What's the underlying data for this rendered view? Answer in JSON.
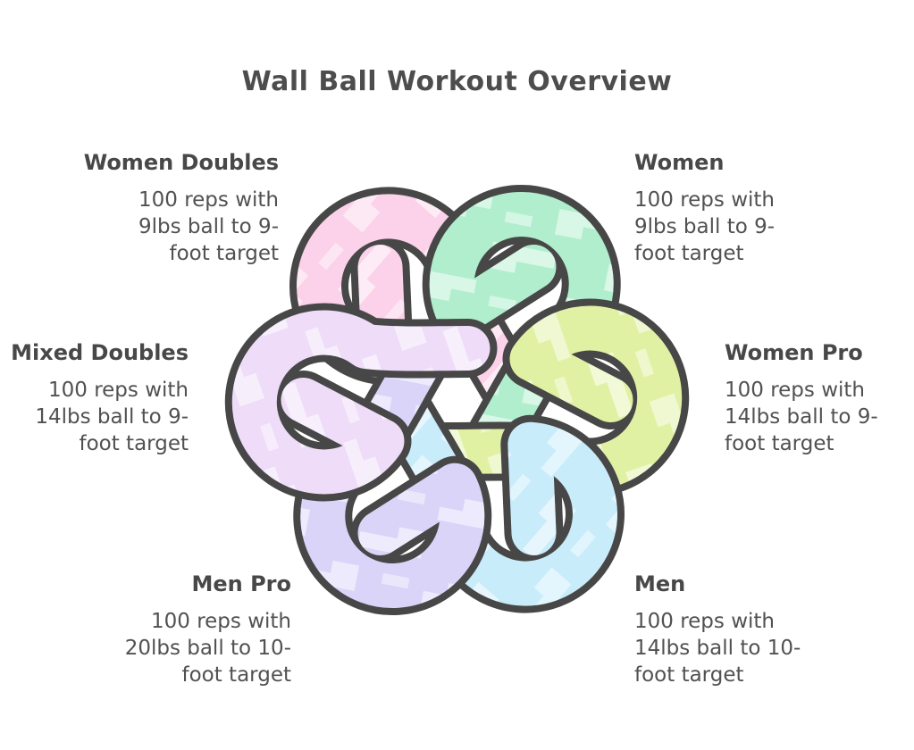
{
  "title": "Wall Ball Workout Overview",
  "background_color": "#ffffff",
  "text_color": "#4b4b4b",
  "knot": {
    "outline_color": "#474747",
    "hatch_color": "#ffffff",
    "ribbons": [
      {
        "segment": "women-doubles",
        "position": "top-left",
        "color": "#fbd2e9"
      },
      {
        "segment": "women",
        "position": "top-right",
        "color": "#b0eecd"
      },
      {
        "segment": "women-pro",
        "position": "right",
        "color": "#e1f1a4"
      },
      {
        "segment": "men",
        "position": "bottom-right",
        "color": "#c9ecfb"
      },
      {
        "segment": "men-pro",
        "position": "bottom-left",
        "color": "#d9d4f8"
      },
      {
        "segment": "mixed-doubles",
        "position": "left",
        "color": "#eedcf8"
      }
    ]
  },
  "groups": [
    {
      "name": "Women Doubles",
      "lines": [
        "100 reps with",
        "9lbs ball to 9-",
        "foot target"
      ]
    },
    {
      "name": "Women",
      "lines": [
        "100 reps with",
        "9lbs ball to 9-",
        "foot target"
      ]
    },
    {
      "name": "Mixed Doubles",
      "lines": [
        "100 reps with",
        "14lbs ball to 9-",
        "foot target"
      ]
    },
    {
      "name": "Women Pro",
      "lines": [
        "100 reps with",
        "14lbs ball to 9-",
        "foot target"
      ]
    },
    {
      "name": "Men Pro",
      "lines": [
        "100 reps with",
        "20lbs ball to 10-",
        "foot target"
      ]
    },
    {
      "name": "Men",
      "lines": [
        "100 reps with",
        "14lbs ball to 10-",
        "foot target"
      ]
    }
  ]
}
